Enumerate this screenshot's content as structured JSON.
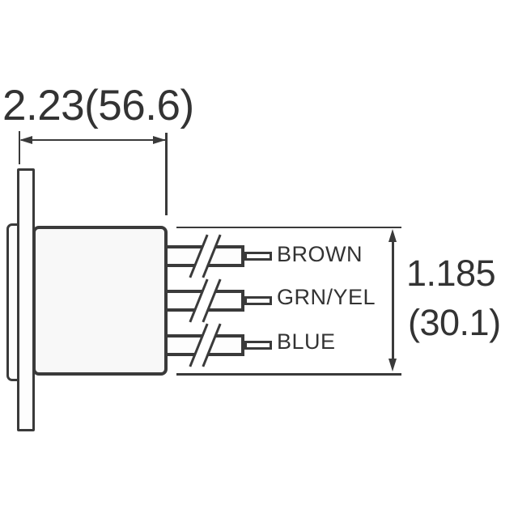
{
  "figure": {
    "type": "technical-dimension-drawing",
    "description": "Side view outline drawing of a panel-mount component with mounting flange and three lead wires shown with break symbols",
    "colors": {
      "line": "#3a3a3a",
      "text": "#333333",
      "bodyfill": "#f8f8f8",
      "bg": "#ffffff"
    },
    "dim_width": {
      "text": "2.23(56.6)"
    },
    "dim_height": {
      "line1": "1.185",
      "line2": "(30.1)"
    },
    "wires": [
      {
        "label": "BROWN"
      },
      {
        "label": "GRN/YEL"
      },
      {
        "label": "BLUE"
      }
    ]
  }
}
